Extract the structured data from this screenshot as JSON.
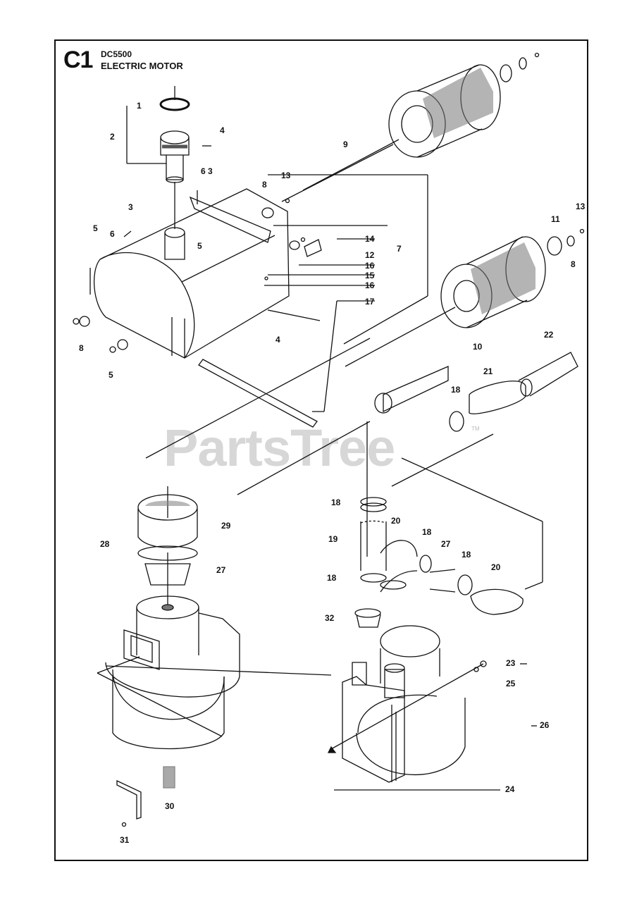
{
  "header": {
    "code": "C1",
    "model": "DC5500",
    "title": "ELECTRIC MOTOR"
  },
  "watermark": {
    "text": "PartsTree",
    "trademark": "TM"
  },
  "callouts": [
    "1",
    "2",
    "4",
    "6 3",
    "9",
    "13",
    "8",
    "3",
    "5",
    "6",
    "5",
    "14",
    "12",
    "7",
    "16",
    "15",
    "16",
    "11",
    "13",
    "8",
    "17",
    "4",
    "8",
    "5",
    "10",
    "22",
    "21",
    "18",
    "18",
    "20",
    "18",
    "19",
    "27",
    "18",
    "20",
    "18",
    "29",
    "28",
    "27",
    "32",
    "23",
    "25",
    "26",
    "24",
    "30",
    "31"
  ]
}
